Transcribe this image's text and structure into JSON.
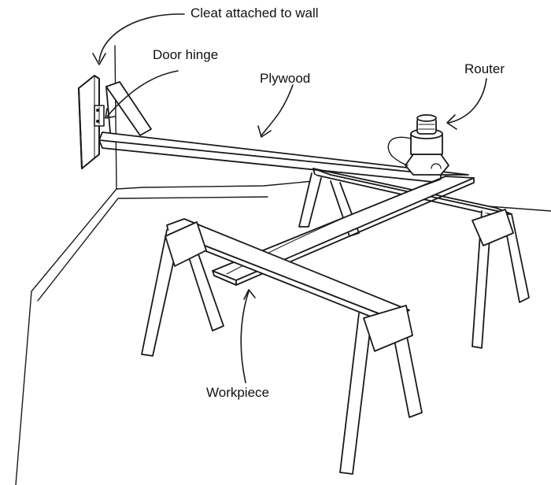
{
  "labels": {
    "cleat": "Cleat attached to wall",
    "hinge": "Door hinge",
    "plywood": "Plywood",
    "router": "Router",
    "workpiece": "Workpiece"
  },
  "colors": {
    "ink": "#1a1a1a",
    "background": "#ffffff"
  }
}
